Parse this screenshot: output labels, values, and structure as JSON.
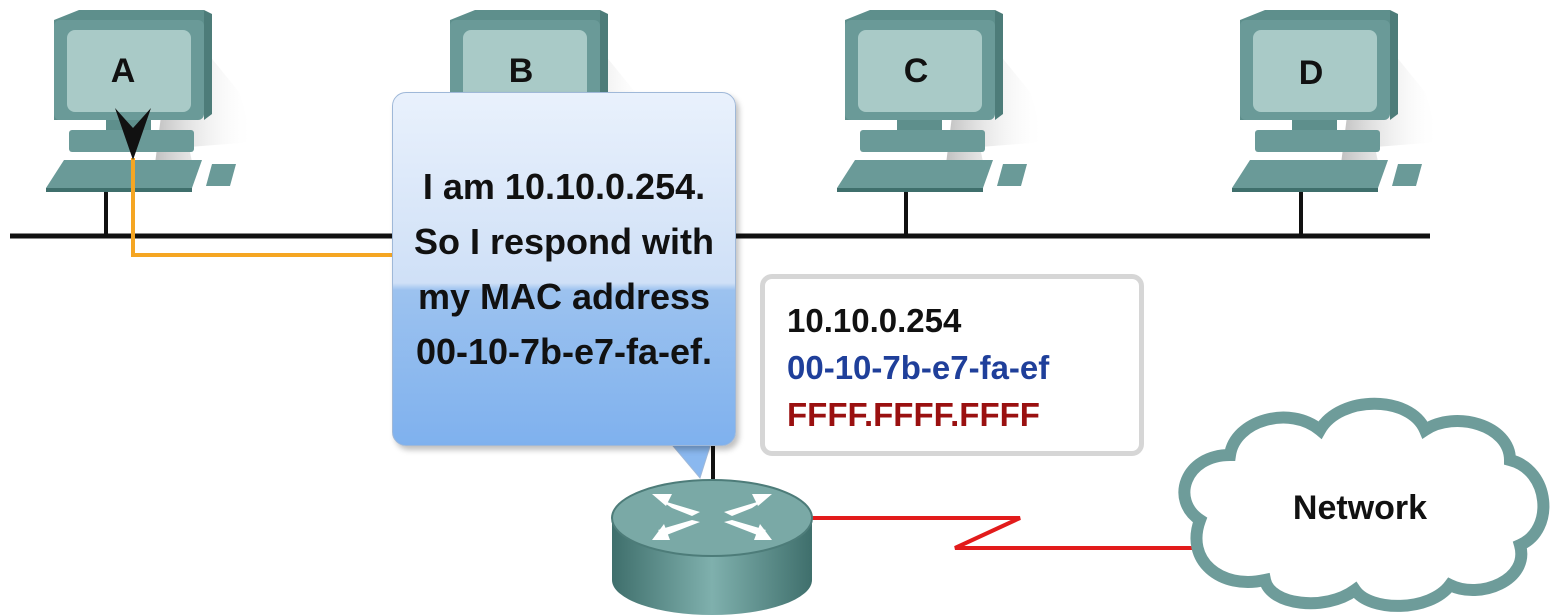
{
  "computers": [
    {
      "label": "A"
    },
    {
      "label": "B"
    },
    {
      "label": "C"
    },
    {
      "label": "D"
    }
  ],
  "speech_bubble": {
    "text": "I am 10.10.0.254. So I respond with my MAC address 00-10-7b-e7-fa-ef."
  },
  "address_box": {
    "ip": "10.10.0.254",
    "mac": "00-10-7b-e7-fa-ef",
    "broadcast": "FFFF.FFFF.FFFF",
    "ip_color": "#111111",
    "mac_color": "#1f3f9a",
    "broadcast_color": "#9a1010"
  },
  "cloud": {
    "label": "Network"
  },
  "colors": {
    "computer_body": "#6a9a98",
    "computer_screen": "#a9cac7",
    "lan_line": "#111111",
    "reply_path": "#f5a623",
    "wan_link": "#e21b1b",
    "cloud_outline": "#6e9c9a"
  }
}
